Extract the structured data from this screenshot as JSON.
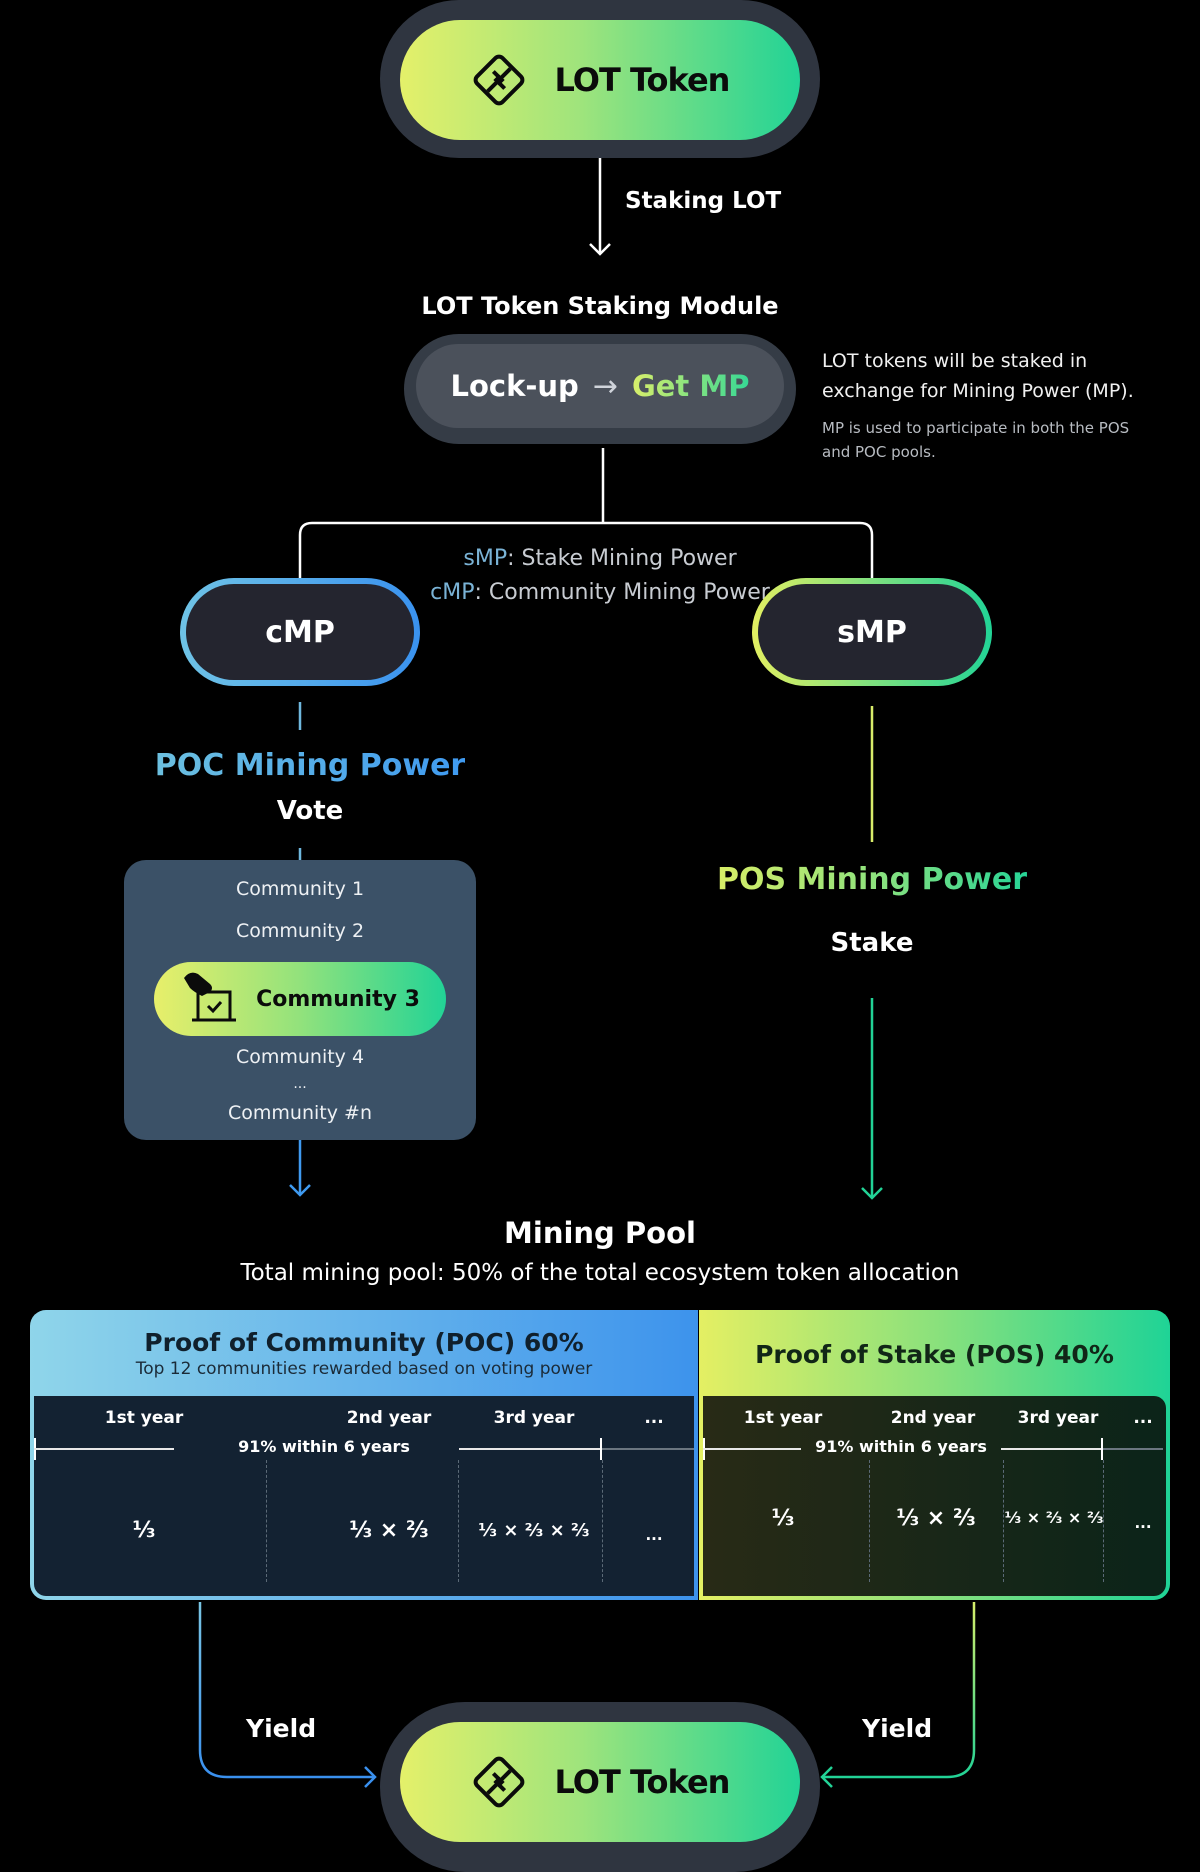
{
  "top_token": {
    "label": "LOT Token",
    "icon": "lot-logo-icon"
  },
  "staking_arrow_label": "Staking LOT",
  "module": {
    "title": "LOT Token Staking Module",
    "lockup": "Lock-up",
    "arrow": "→",
    "get_mp": "Get MP",
    "desc_main": "LOT tokens will be staked in exchange for Mining Power (MP).",
    "desc_sub": "MP is used to participate in both the POS and POC pools."
  },
  "legend": {
    "smp_key": "sMP",
    "smp_text": ": Stake Mining Power",
    "cmp_key": "cMP",
    "cmp_text": ": Community Mining Power"
  },
  "cmp": {
    "label": "cMP",
    "power_title": "POC Mining Power",
    "action": "Vote",
    "communities": [
      "Community 1",
      "Community 2",
      "Community 3",
      "Community 4",
      "...",
      "Community #n"
    ],
    "selected_index": 2,
    "selected_icon": "ballot-box-icon"
  },
  "smp": {
    "label": "sMP",
    "power_title": "POS Mining Power",
    "action": "Stake"
  },
  "mining_pool": {
    "title": "Mining Pool",
    "subtitle": "Total mining pool: 50% of the total ecosystem token allocation",
    "poc": {
      "title": "Proof of Community (POC) 60%",
      "subtitle": "Top 12 communities rewarded based on voting power",
      "columns": [
        "1st year",
        "2nd year",
        "3rd year",
        "..."
      ],
      "span_label": "91% within 6 years",
      "values": [
        "⅓",
        "⅓ × ⅔",
        "⅓ × ⅔ × ⅔",
        "..."
      ]
    },
    "pos": {
      "title": "Proof of Stake (POS) 40%",
      "columns": [
        "1st year",
        "2nd year",
        "3rd year",
        "..."
      ],
      "span_label": "91% within 6 years",
      "values": [
        "⅓",
        "⅓ × ⅔",
        "⅓ × ⅔ × ⅔",
        "..."
      ]
    }
  },
  "yield_left": "Yield",
  "yield_right": "Yield",
  "bottom_token": {
    "label": "LOT Token",
    "icon": "lot-logo-icon"
  },
  "colors": {
    "poc_blue": "#3f9af0",
    "pos_green": "#22d396",
    "pos_yellow": "#e4ef63",
    "token_pill_bg": "#2f3540",
    "community_box": "#3b5167"
  }
}
